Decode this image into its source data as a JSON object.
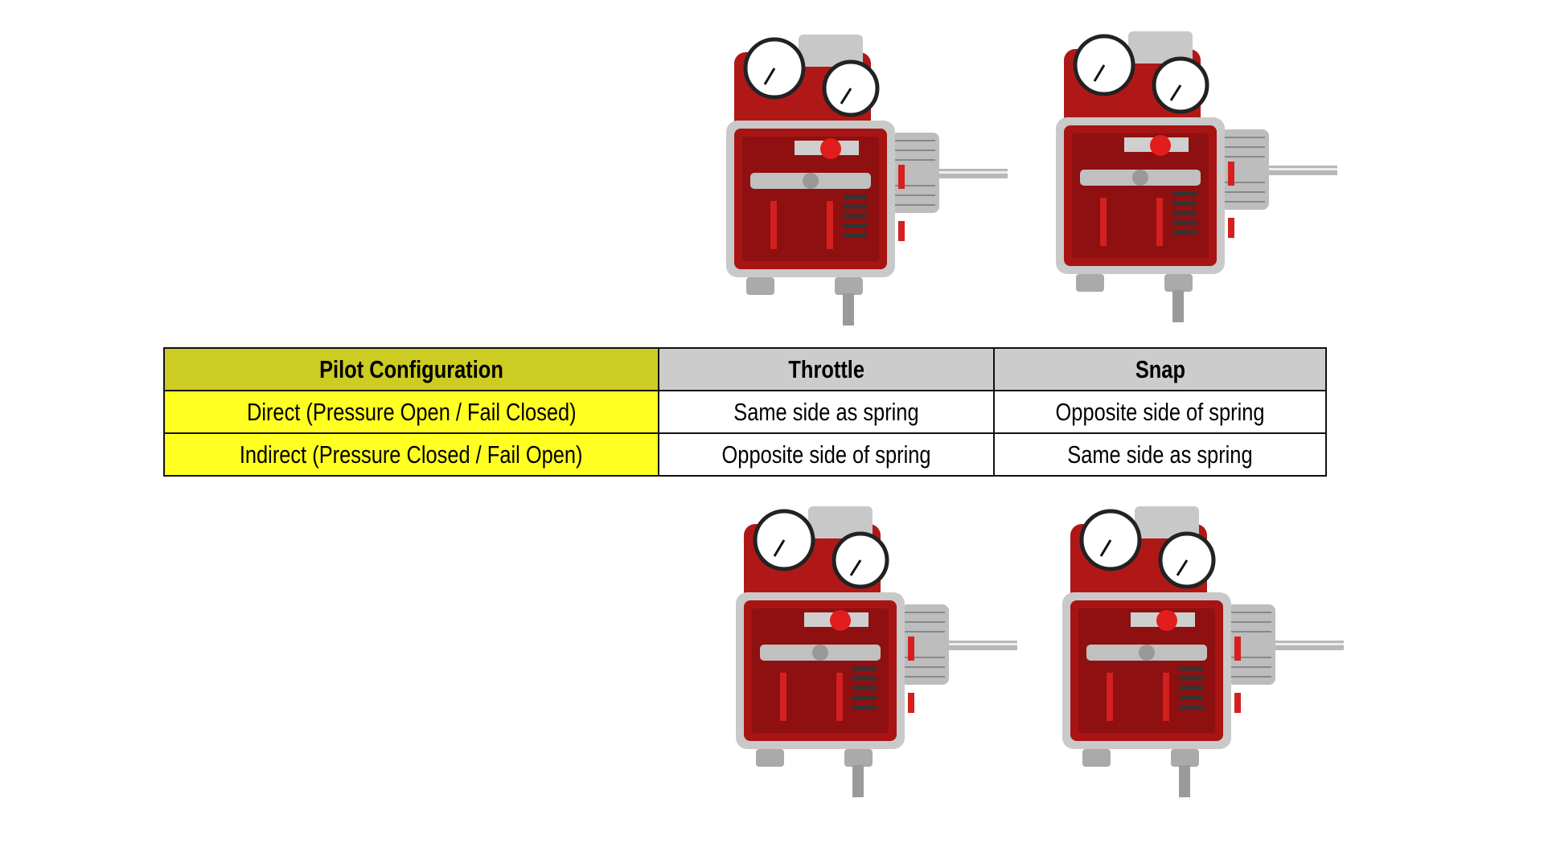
{
  "table": {
    "headers": [
      "Pilot Configuration",
      "Throttle",
      "Snap"
    ],
    "rows": [
      [
        "Direct (Pressure Open / Fail Closed)",
        "Same side as spring",
        "Opposite side of spring"
      ],
      [
        "Indirect (Pressure Closed / Fail Open)",
        "Opposite side of spring",
        "Same side as spring"
      ]
    ]
  },
  "images": [
    {
      "label": "direct-throttle-pilot"
    },
    {
      "label": "direct-snap-pilot"
    },
    {
      "label": "indirect-throttle-pilot"
    },
    {
      "label": "indirect-snap-pilot"
    }
  ],
  "colors": {
    "header_key": "#cccc22",
    "header_col": "#cccccc",
    "row_key": "#ffff22",
    "device_red": "#b01818"
  }
}
